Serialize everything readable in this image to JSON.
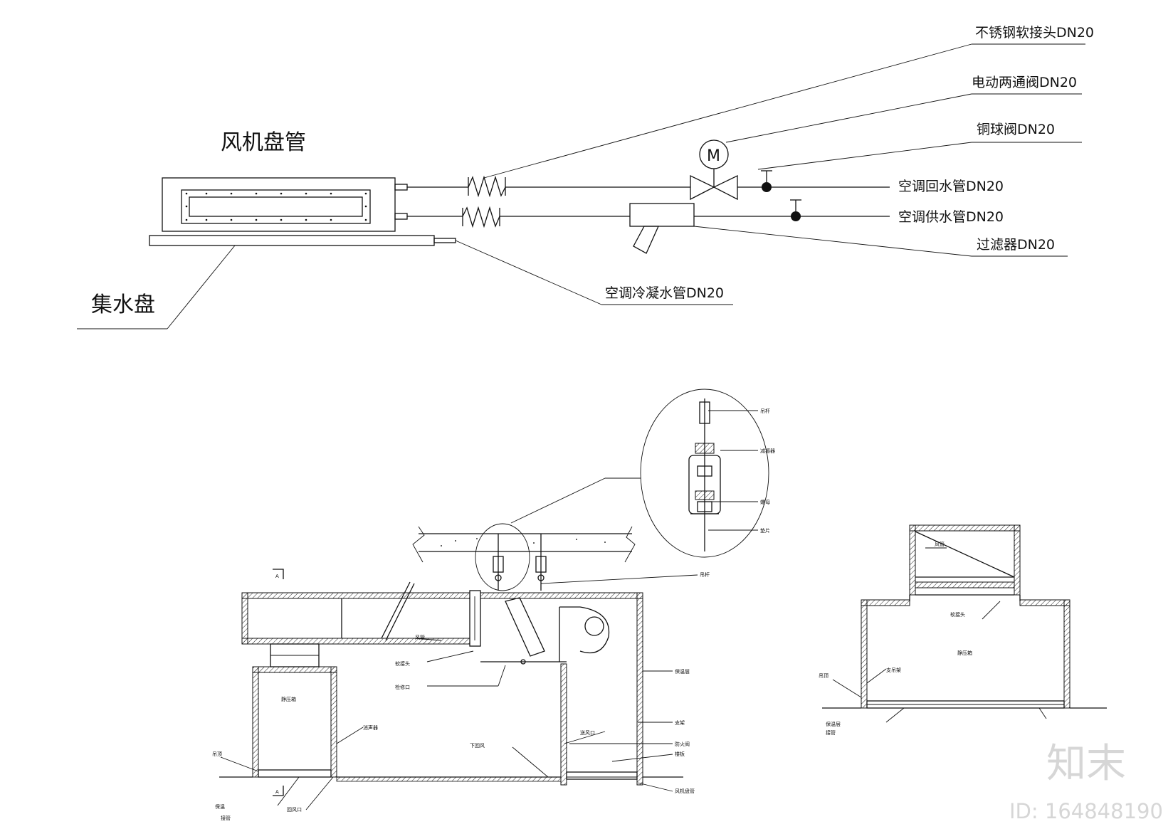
{
  "top_diagram": {
    "title": "风机盘管",
    "drain_pan_label": "集水盘",
    "labels": {
      "flex_joint": "不锈钢软接头DN20",
      "two_way_valve": "电动两通阀DN20",
      "ball_valve": "铜球阀DN20",
      "return_pipe": "空调回水管DN20",
      "supply_pipe": "空调供水管DN20",
      "filter": "过滤器DN20",
      "condensate_pipe": "空调冷凝水管DN20"
    },
    "motor_symbol": "M"
  },
  "bottom_left_diagram": {
    "section_marks": [
      "A",
      "A"
    ],
    "detail_labels": [
      "吊杆",
      "减振器",
      "螺母",
      "垫片"
    ],
    "labels": [
      "风管",
      "软接头",
      "检修口",
      "消声器",
      "送风口",
      "回风口",
      "吊杆",
      "保温层",
      "支架",
      "防火阀",
      "下回风",
      "静压箱",
      "吊顶",
      "风机盘管",
      "保温",
      "楼板",
      "接管"
    ]
  },
  "bottom_right_diagram": {
    "labels": [
      "风管",
      "软接头",
      "静压箱",
      "支吊架",
      "吊顶",
      "保温层",
      "接管"
    ]
  },
  "watermark": {
    "logo": "知末",
    "id": "ID: 164848190"
  }
}
